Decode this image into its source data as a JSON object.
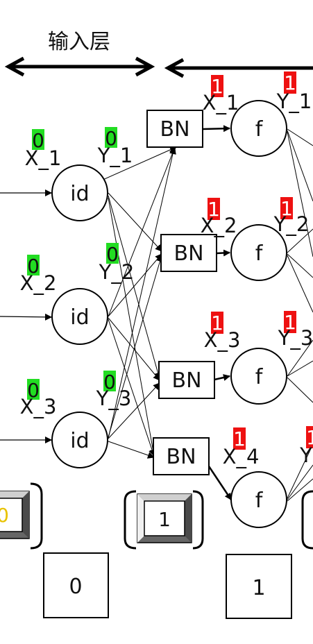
{
  "header": {
    "layer_label": "输入层"
  },
  "input_layer": {
    "nodes": [
      {
        "text": "id",
        "x_label": "X_1",
        "y_label": "Y_1",
        "x_badge": "0",
        "y_badge": "0"
      },
      {
        "text": "id",
        "x_label": "X_2",
        "y_label": "Y_2",
        "x_badge": "0",
        "y_badge": "0"
      },
      {
        "text": "id",
        "x_label": "X_3",
        "y_label": "Y_3",
        "x_badge": "0",
        "y_badge": "0"
      }
    ],
    "bottom_index": "0",
    "bevel_value": "0"
  },
  "hidden_layer": {
    "bn_nodes": [
      {
        "text": "BN"
      },
      {
        "text": "BN"
      },
      {
        "text": "BN"
      },
      {
        "text": "BN"
      }
    ],
    "f_nodes": [
      {
        "text": "f",
        "x_label": "X_1",
        "y_label": "Y_1",
        "x_badge": "1",
        "y_badge": "1"
      },
      {
        "text": "f",
        "x_label": "X_2",
        "y_label": "Y_2",
        "x_badge": "1",
        "y_badge": "1"
      },
      {
        "text": "f",
        "x_label": "X_3",
        "y_label": "Y_3",
        "x_badge": "1",
        "y_badge": "1"
      },
      {
        "text": "f",
        "x_label": "X_4",
        "y_label": "Y",
        "x_badge": "1",
        "y_badge": "1"
      }
    ],
    "bottom_index": "1",
    "bevel_value": "1"
  },
  "colors": {
    "green_badge": "#22dd22",
    "red_badge": "#ee1111",
    "stroke": "#000000",
    "yellow_text": "#e8c200"
  }
}
